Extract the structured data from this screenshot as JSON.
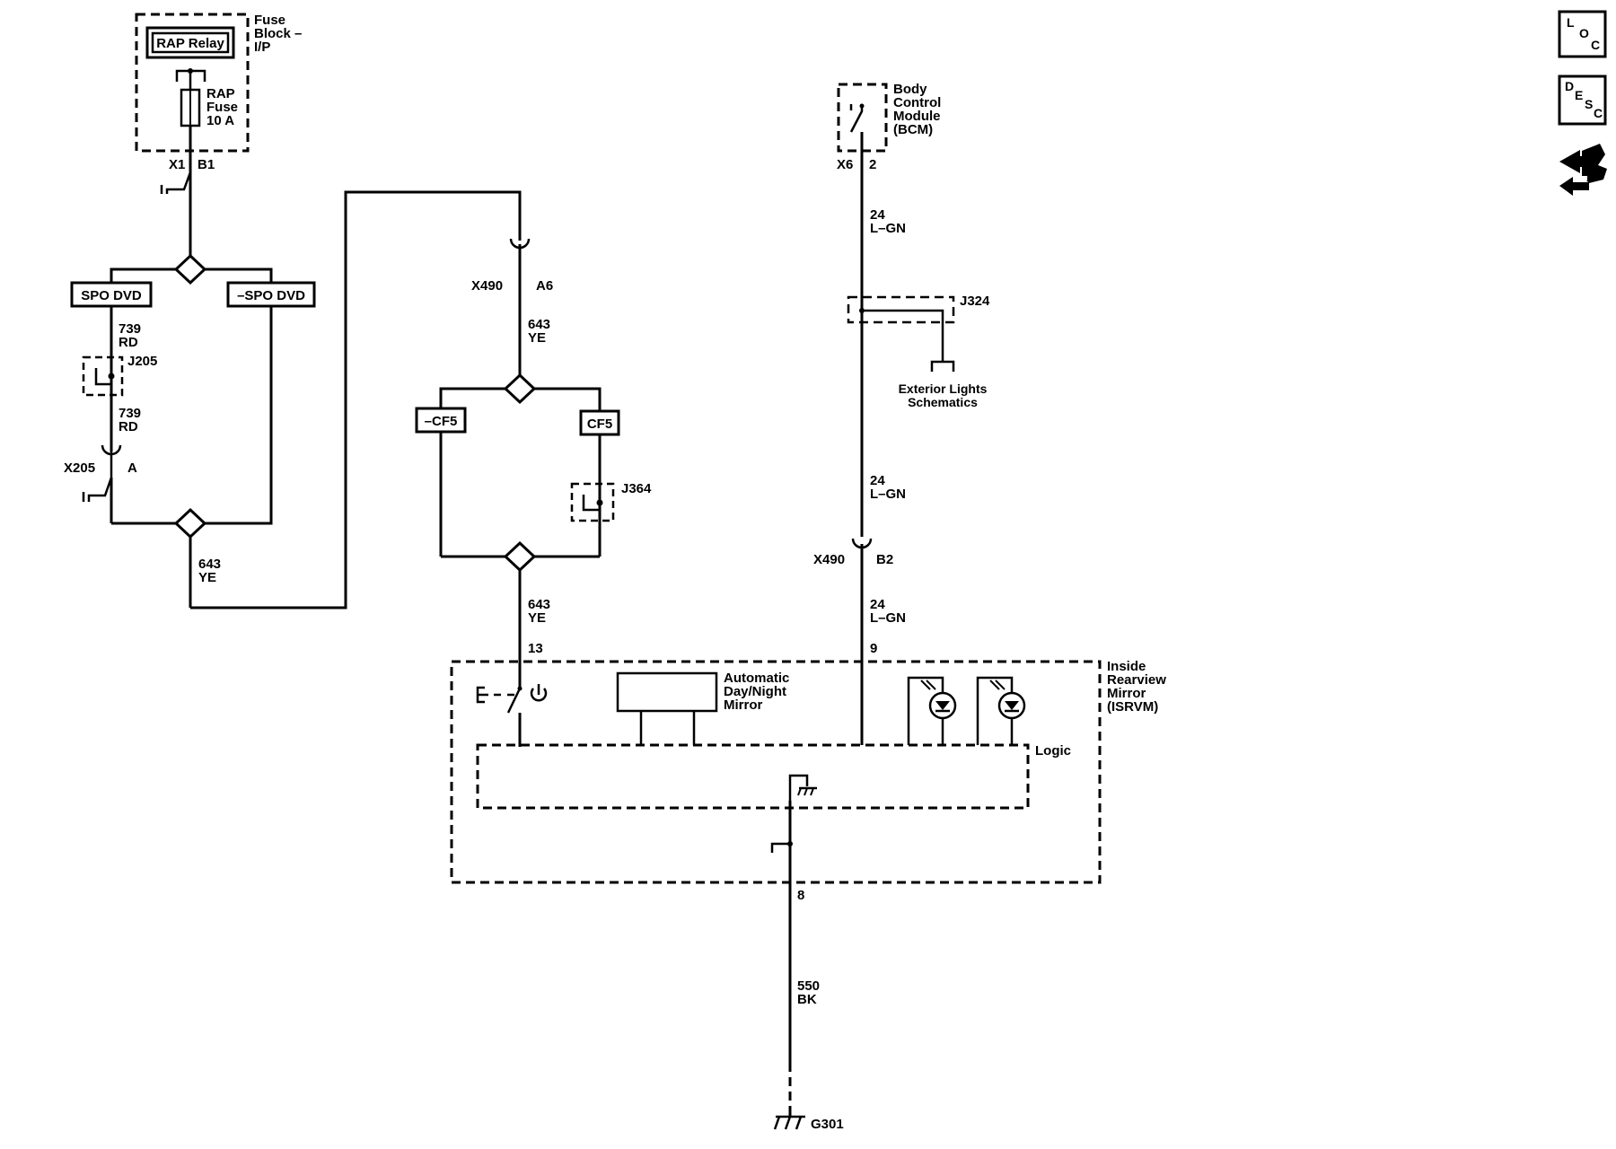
{
  "fuse_block": {
    "title_lines": [
      "Fuse",
      "Block –",
      "I/P"
    ],
    "relay": "RAP Relay",
    "fuse_lines": [
      "RAP",
      "Fuse",
      "10 A"
    ],
    "connector": "X1",
    "pin": "B1"
  },
  "spo_boxes": {
    "left": "SPO DVD",
    "right": "–SPO DVD"
  },
  "wire_739_top": {
    "circuit": "739",
    "color": "RD"
  },
  "splice_j205": "J205",
  "wire_739_bottom": {
    "circuit": "739",
    "color": "RD"
  },
  "connector_x205": {
    "name": "X205",
    "pin": "A"
  },
  "wire_643_left": {
    "circuit": "643",
    "color": "YE"
  },
  "connector_x490_a6": {
    "name": "X490",
    "pin": "A6"
  },
  "wire_643_mid": {
    "circuit": "643",
    "color": "YE"
  },
  "cf_boxes": {
    "left": "–CF5",
    "right": "CF5"
  },
  "splice_j364": "J364",
  "wire_643_bottom": {
    "circuit": "643",
    "color": "YE"
  },
  "isrvm_pin_13": "13",
  "bcm": {
    "title_lines": [
      "Body",
      "Control",
      "Module",
      "(BCM)"
    ],
    "connector": "X6",
    "pin": "2"
  },
  "wire_24_top": {
    "circuit": "24",
    "color": "L–GN"
  },
  "splice_j324": "J324",
  "exterior_lights_lines": [
    "Exterior Lights",
    "Schematics"
  ],
  "wire_24_mid": {
    "circuit": "24",
    "color": "L–GN"
  },
  "connector_x490_b2": {
    "name": "X490",
    "pin": "B2"
  },
  "wire_24_bottom": {
    "circuit": "24",
    "color": "L–GN"
  },
  "isrvm_pin_9": "9",
  "isrvm_title_lines": [
    "Inside",
    "Rearview",
    "Mirror",
    "(ISRVM)"
  ],
  "auto_mirror_lines": [
    "Automatic",
    "Day/Night",
    "Mirror"
  ],
  "logic_label": "Logic",
  "isrvm_pin_8": "8",
  "wire_550": {
    "circuit": "550",
    "color": "BK"
  },
  "ground": "G301",
  "side_icons": [
    {
      "name": "loc-icon",
      "letters": [
        "L",
        "O",
        "C"
      ]
    },
    {
      "name": "desc-icon",
      "letters": [
        "D",
        "E",
        "S",
        "C"
      ]
    },
    {
      "name": "navigation-hand-icon"
    }
  ]
}
